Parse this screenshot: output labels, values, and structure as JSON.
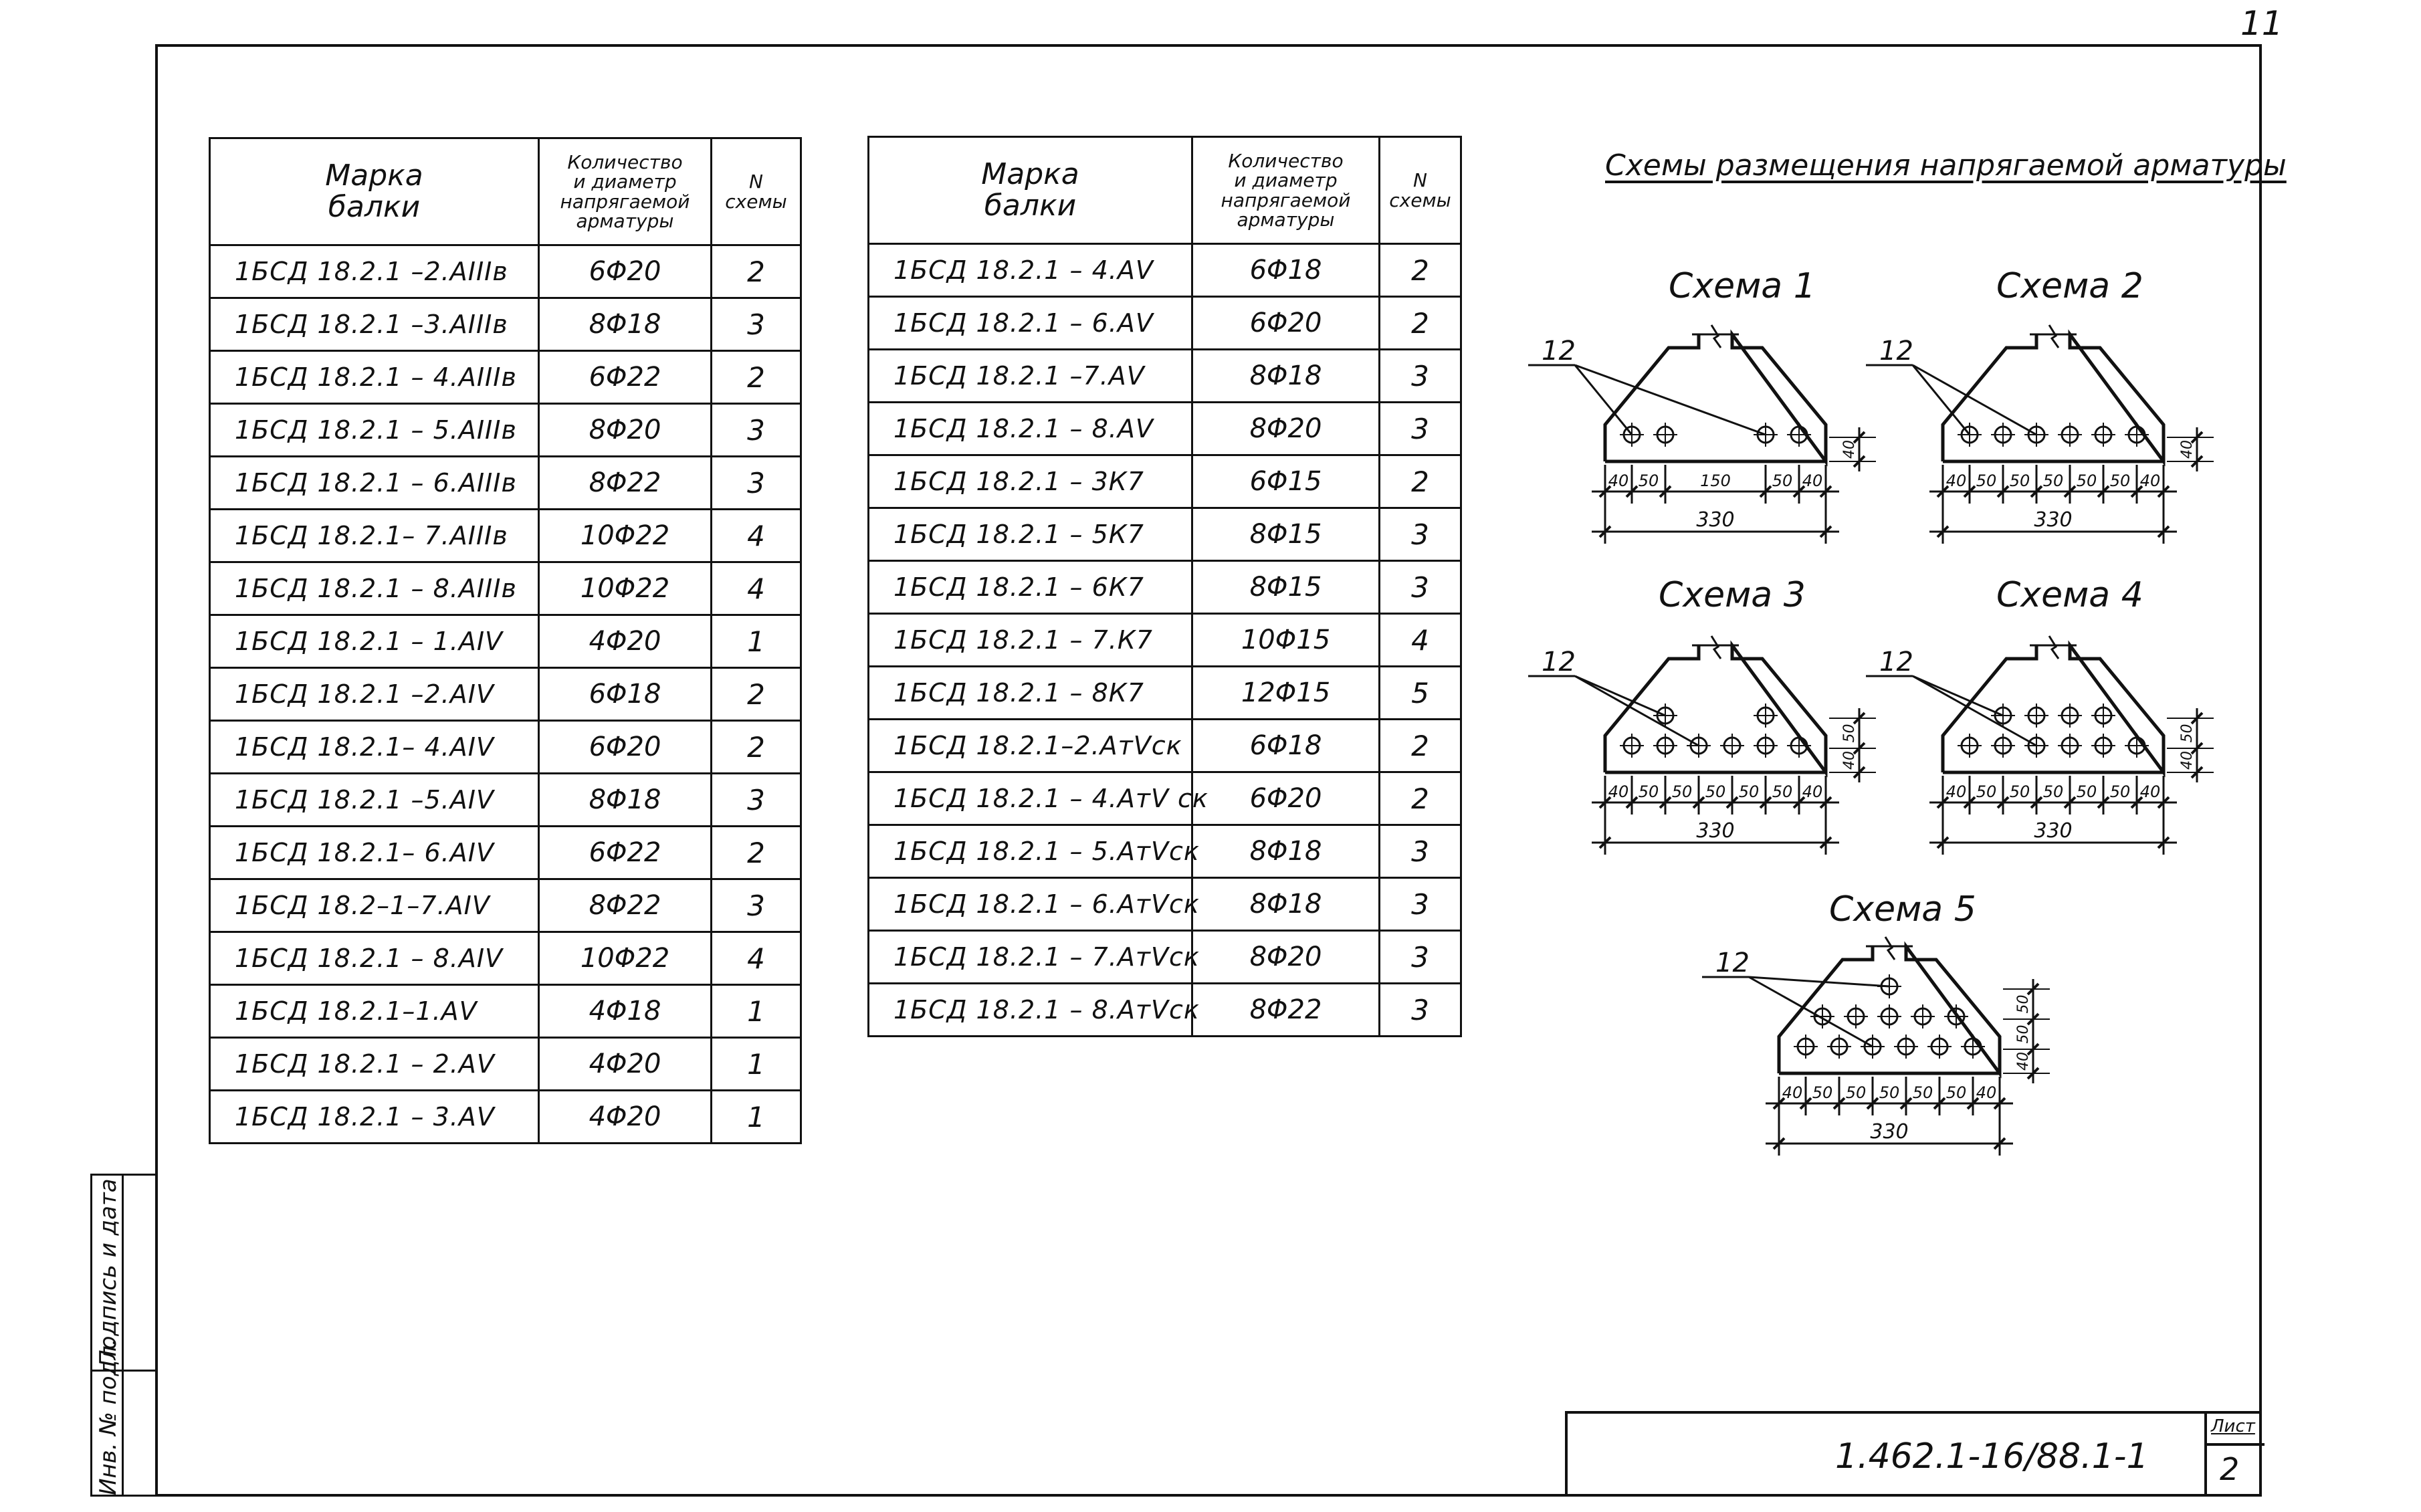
{
  "page_number": "11",
  "table1": {
    "headers": {
      "mark": [
        "Марка",
        "балки"
      ],
      "qty": [
        "Количество",
        "и диаметр",
        "напрягаемой",
        "арматуры"
      ],
      "scheme": [
        "N",
        "схемы"
      ]
    },
    "rows": [
      {
        "mark": "1БСД 18.2.1 –2.АIIIв",
        "qty": "6Φ20",
        "scheme": "2"
      },
      {
        "mark": "1БСД 18.2.1 –3.АIIIв",
        "qty": "8Φ18",
        "scheme": "3"
      },
      {
        "mark": "1БСД 18.2.1 – 4.АIIIв",
        "qty": "6Φ22",
        "scheme": "2"
      },
      {
        "mark": "1БСД 18.2.1 – 5.АIIIв",
        "qty": "8Φ20",
        "scheme": "3"
      },
      {
        "mark": "1БСД 18.2.1 – 6.АIIIв",
        "qty": "8Φ22",
        "scheme": "3"
      },
      {
        "mark": "1БСД 18.2.1– 7.АIIIв",
        "qty": "10Φ22",
        "scheme": "4"
      },
      {
        "mark": "1БСД 18.2.1 – 8.АIIIв",
        "qty": "10Φ22",
        "scheme": "4"
      },
      {
        "mark": "1БСД 18.2.1 – 1.АIV",
        "qty": "4Φ20",
        "scheme": "1"
      },
      {
        "mark": "1БСД 18.2.1 –2.АIV",
        "qty": "6Φ18",
        "scheme": "2"
      },
      {
        "mark": "1БСД 18.2.1– 4.АIV",
        "qty": "6Φ20",
        "scheme": "2"
      },
      {
        "mark": "1БСД 18.2.1 –5.АIV",
        "qty": "8Φ18",
        "scheme": "3"
      },
      {
        "mark": "1БСД 18.2.1– 6.АIV",
        "qty": "6Φ22",
        "scheme": "2"
      },
      {
        "mark": "1БСД 18.2–1–7.АIV",
        "qty": "8Φ22",
        "scheme": "3"
      },
      {
        "mark": "1БСД 18.2.1 – 8.АIV",
        "qty": "10Φ22",
        "scheme": "4"
      },
      {
        "mark": "1БСД 18.2.1–1.АV",
        "qty": "4Φ18",
        "scheme": "1"
      },
      {
        "mark": "1БСД 18.2.1 – 2.АV",
        "qty": "4Φ20",
        "scheme": "1"
      },
      {
        "mark": "1БСД 18.2.1 – 3.АV",
        "qty": "4Φ20",
        "scheme": "1"
      }
    ]
  },
  "table2": {
    "headers": {
      "mark": [
        "Марка",
        "балки"
      ],
      "qty": [
        "Количество",
        "и диаметр",
        "напрягаемой",
        "арматуры"
      ],
      "scheme": [
        "N",
        "схемы"
      ]
    },
    "rows": [
      {
        "mark": "1БСД 18.2.1 – 4.АV",
        "qty": "6Φ18",
        "scheme": "2"
      },
      {
        "mark": "1БСД 18.2.1 – 6.АV",
        "qty": "6Φ20",
        "scheme": "2"
      },
      {
        "mark": "1БСД 18.2.1 –7.АV",
        "qty": "8Φ18",
        "scheme": "3"
      },
      {
        "mark": "1БСД 18.2.1 – 8.АV",
        "qty": "8Φ20",
        "scheme": "3"
      },
      {
        "mark": "1БСД 18.2.1 – 3К7",
        "qty": "6Φ15",
        "scheme": "2"
      },
      {
        "mark": "1БСД 18.2.1 – 5К7",
        "qty": "8Φ15",
        "scheme": "3"
      },
      {
        "mark": "1БСД 18.2.1 – 6К7",
        "qty": "8Φ15",
        "scheme": "3"
      },
      {
        "mark": "1БСД 18.2.1 – 7.К7",
        "qty": "10Φ15",
        "scheme": "4"
      },
      {
        "mark": "1БСД 18.2.1 – 8К7",
        "qty": "12Φ15",
        "scheme": "5"
      },
      {
        "mark": "1БСД 18.2.1–2.АтVск",
        "qty": "6Φ18",
        "scheme": "2"
      },
      {
        "mark": "1БСД 18.2.1 – 4.АтV ск",
        "qty": "6Φ20",
        "scheme": "2"
      },
      {
        "mark": "1БСД 18.2.1 – 5.АтVск",
        "qty": "8Φ18",
        "scheme": "3"
      },
      {
        "mark": "1БСД 18.2.1 – 6.АтVск",
        "qty": "8Φ18",
        "scheme": "3"
      },
      {
        "mark": "1БСД 18.2.1 – 7.АтVск",
        "qty": "8Φ20",
        "scheme": "3"
      },
      {
        "mark": "1БСД 18.2.1 – 8.АтVск",
        "qty": "8Φ22",
        "scheme": "3"
      }
    ]
  },
  "schemes": {
    "title": "Схемы размещения напрягаемой арматуры",
    "pointer": "12",
    "items": [
      {
        "label": "Схема 1",
        "dims": [
          "40",
          "50",
          "150",
          "50",
          "40"
        ],
        "total": "330",
        "vdims": [
          "40"
        ]
      },
      {
        "label": "Схема 2",
        "dims": [
          "40",
          "50",
          "50",
          "50",
          "50",
          "50",
          "40"
        ],
        "total": "330",
        "vdims": [
          "40"
        ]
      },
      {
        "label": "Схема 3",
        "dims": [
          "40",
          "50",
          "50",
          "50",
          "50",
          "50",
          "40"
        ],
        "total": "330",
        "vdims": [
          "40",
          "50"
        ]
      },
      {
        "label": "Схема 4",
        "dims": [
          "40",
          "50",
          "50",
          "50",
          "50",
          "50",
          "40"
        ],
        "total": "330",
        "vdims": [
          "40",
          "50"
        ]
      },
      {
        "label": "Схема 5",
        "dims": [
          "40",
          "50",
          "50",
          "50",
          "50",
          "50",
          "40"
        ],
        "total": "330",
        "vdims": [
          "40",
          "50",
          "50"
        ]
      }
    ]
  },
  "side_stamp": {
    "cells": [
      "Инв. № подл.",
      "Подпись и дата"
    ]
  },
  "title_block": {
    "code": "1.462.1-16/88.1-1",
    "sheet_label": "Лист",
    "sheet_number": "2"
  }
}
